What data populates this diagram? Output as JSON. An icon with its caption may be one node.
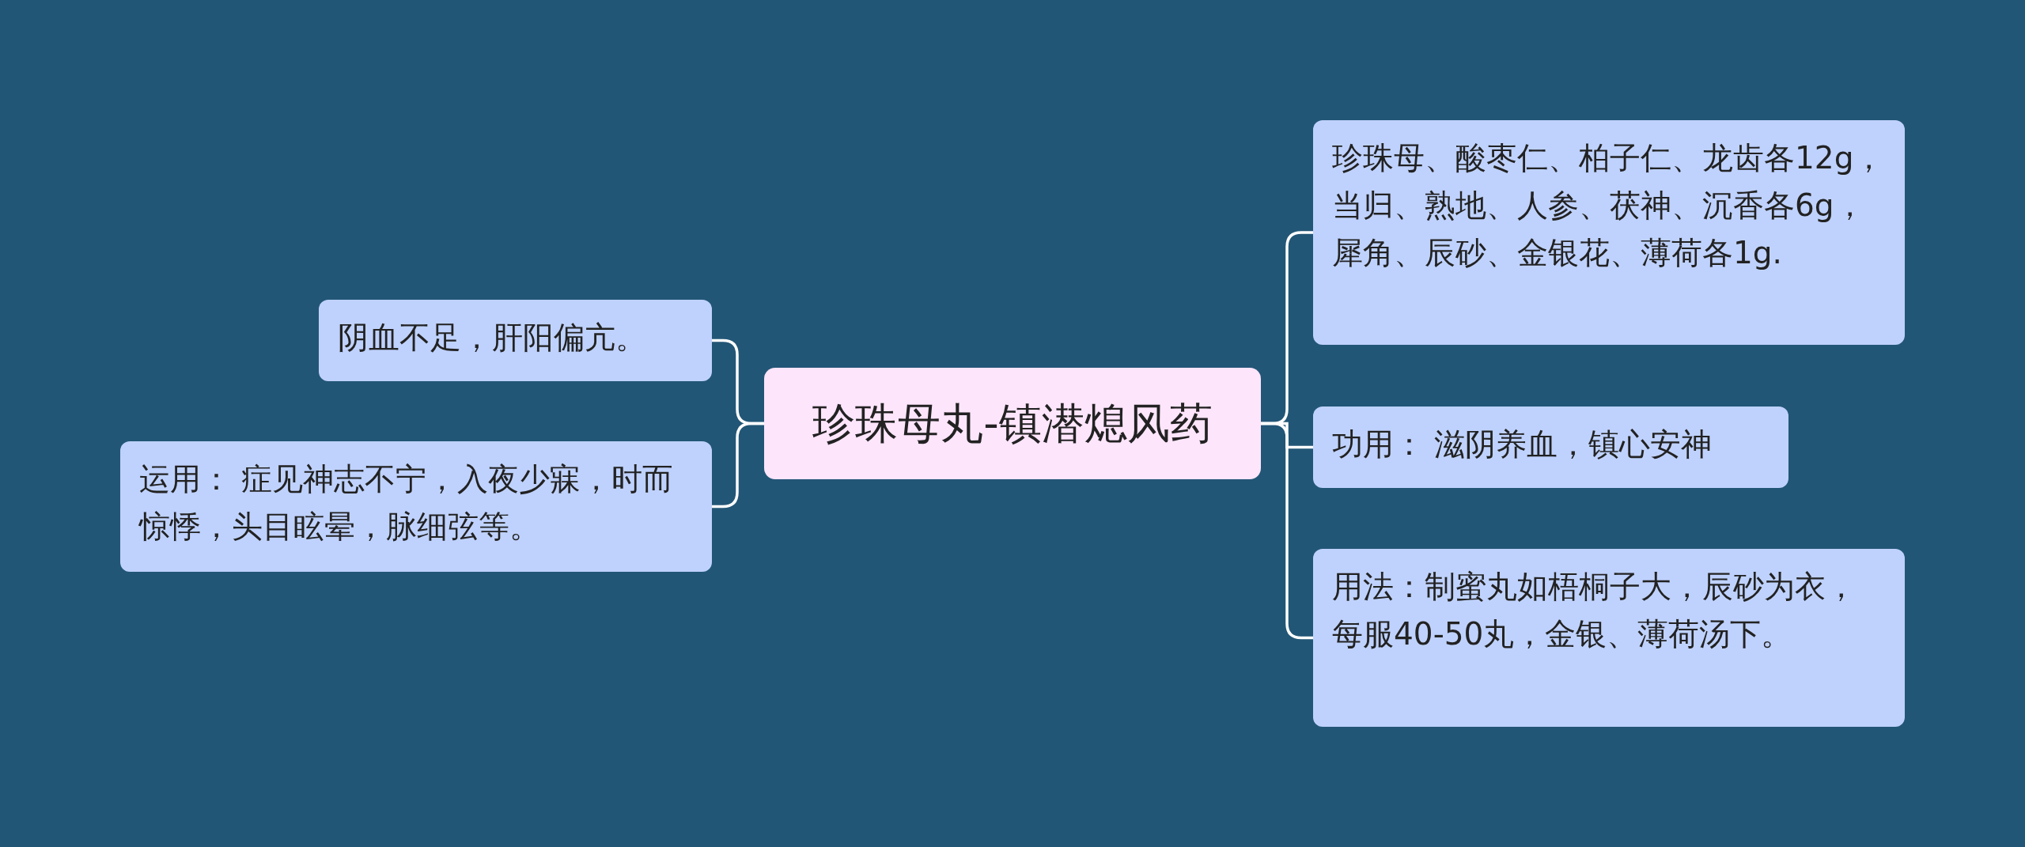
{
  "diagram": {
    "nodes": [
      {
        "text": [
          "珍珠母丸-镇潜熄风药"
        ]
      },
      {
        "text": [
          "阴血不足，肝阳偏亢。"
        ]
      },
      {
        "text": [
          "运用： 症见神志不宁，入夜少寐，时而惊悸，头目眩晕，脉细弦等。"
        ]
      },
      {
        "text": [
          "珍珠母、酸枣仁、柏子仁、龙齿各12g，当归、熟地、人参、茯神、沉香各6g，犀角、辰砂、金银花、薄荷各1g."
        ]
      },
      {
        "text": [
          "功用： 滋阴养血，镇心安神"
        ]
      },
      {
        "text": [
          "用法：制蜜丸如梧桐子大，辰砂为衣，每服40-50丸，金银、薄荷汤下。"
        ]
      }
    ],
    "edges": [
      {
        "from": 0,
        "to": 1,
        "arrow": "none"
      },
      {
        "from": 0,
        "to": 2,
        "arrow": "none"
      },
      {
        "from": 0,
        "to": 3,
        "arrow": "none"
      },
      {
        "from": 0,
        "to": 4,
        "arrow": "none"
      },
      {
        "from": 0,
        "to": 5,
        "arrow": "none"
      }
    ]
  }
}
